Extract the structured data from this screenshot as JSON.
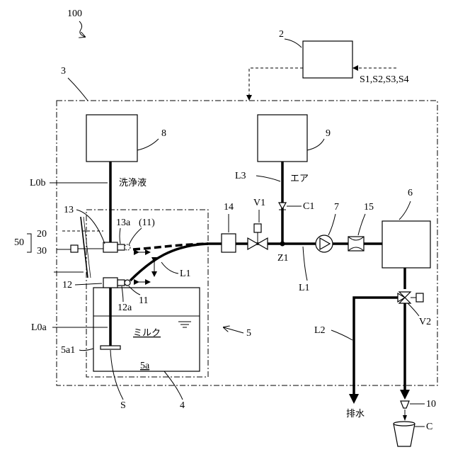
{
  "labels": {
    "system": "100",
    "controller_num": "2",
    "signals": "S1,S2,S3,S4",
    "apparatus": "3",
    "box8": "8",
    "box9": "9",
    "box6": "6",
    "line_l0b": "L0b",
    "wash_liquid": "洗浄液",
    "line_l3": "L3",
    "air": "エア",
    "c1": "C1",
    "v1": "V1",
    "n14": "14",
    "n7": "7",
    "n15": "15",
    "z1": "Z1",
    "l1_right": "L1",
    "l1_left": "L1",
    "n50": "50",
    "n20": "20",
    "n30": "30",
    "n13": "13",
    "n13a": "13a",
    "n11p": "(11)",
    "n12": "12",
    "n12a": "12a",
    "n11": "11",
    "l0a": "L0a",
    "n5a1": "5a1",
    "milk": "ミルク",
    "n5": "5",
    "n5a": "5a",
    "s": "S",
    "n4": "4",
    "l2": "L2",
    "v2": "V2",
    "drain": "排水",
    "n10": "10",
    "cup": "C"
  }
}
